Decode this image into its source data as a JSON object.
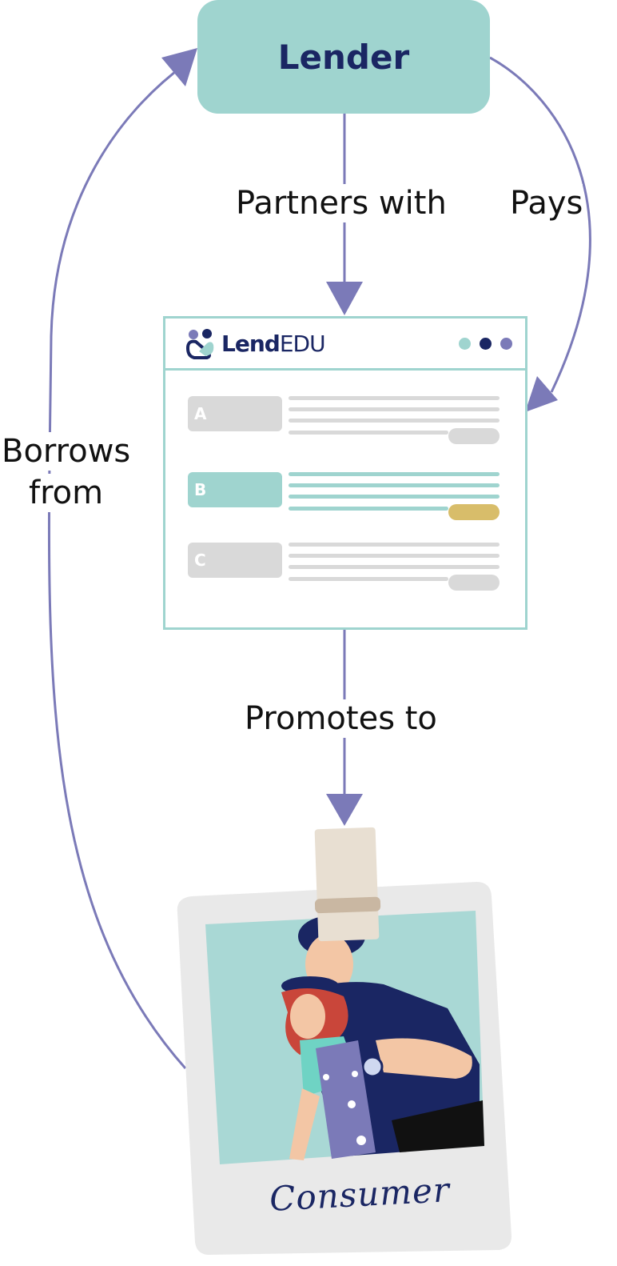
{
  "nodes": {
    "lender": "Lender",
    "logo_bold": "Lend",
    "logo_light": "EDU",
    "consumer": "Consumer"
  },
  "edges": {
    "partners_with": "Partners with",
    "pays": "Pays",
    "borrows_from_line1": "Borrows",
    "borrows_from_line2": "from",
    "promotes_to": "Promotes to"
  },
  "browser_rows": [
    {
      "label": "A",
      "highlighted": false
    },
    {
      "label": "B",
      "highlighted": true
    },
    {
      "label": "C",
      "highlighted": false
    }
  ],
  "colors": {
    "arrow": "#7b7ab8",
    "teal": "#9fd4cf",
    "navy": "#1a2663",
    "gray": "#d9d9d9",
    "gold": "#d8bd6a"
  }
}
